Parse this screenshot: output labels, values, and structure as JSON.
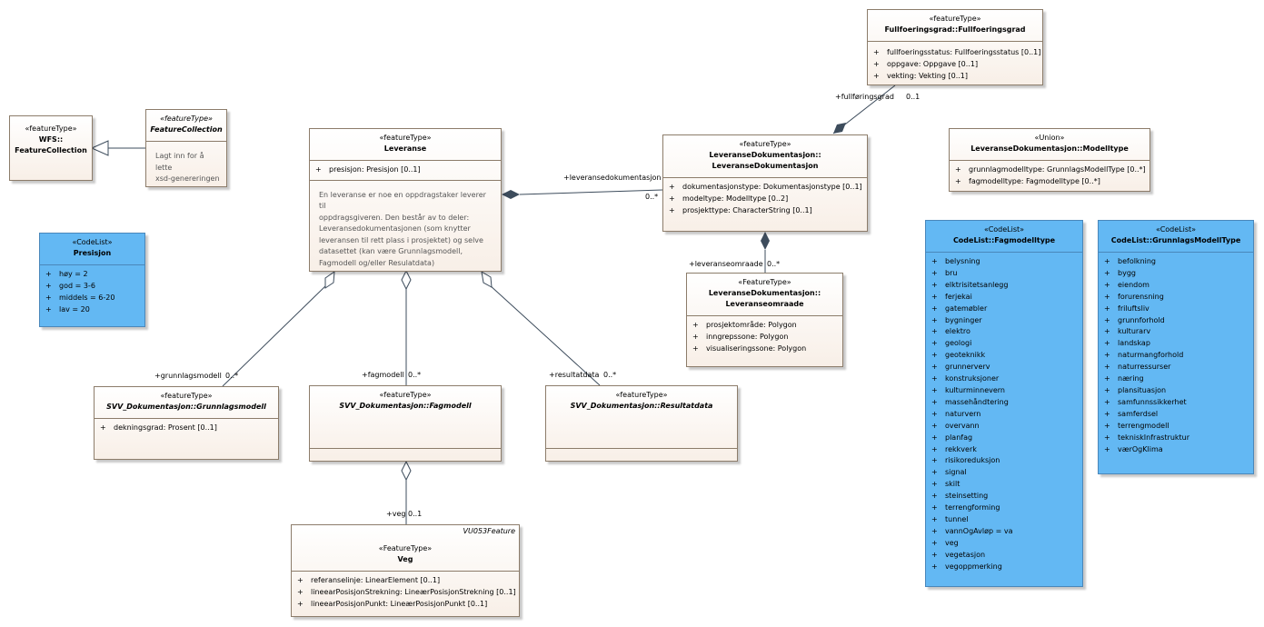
{
  "classes": {
    "fullforingsgrad": {
      "stereotype": "«featureType»",
      "name": "Fullfoeringsgrad::Fullfoeringsgrad",
      "attributes": [
        "fullfoeringsstatus: Fullfoeringsstatus [0..1]",
        "oppgave: Oppgave [0..1]",
        "vekting: Vekting [0..1]"
      ]
    },
    "wfs": {
      "stereotype": "«featureType»",
      "name_line1": "WFS::",
      "name_line2": "FeatureCollection"
    },
    "featurecollection": {
      "stereotype": "«featureType»",
      "name": "FeatureCollection",
      "note_line1": "Lagt inn for å lette",
      "note_line2": "xsd-genereringen"
    },
    "leveranse": {
      "stereotype": "«featureType»",
      "name": "Leveranse",
      "attributes": [
        "presisjon: Presisjon [0..1]"
      ],
      "note": [
        "En leveranse er noe en oppdragstaker leverer til",
        "oppdragsgiveren. Den består av to deler:",
        "Leveransedokumentasjonen (som knytter",
        "leveransen til rett plass i prosjektet) og selve",
        "datasettet (kan være Grunnlagsmodell,",
        "Fagmodell og/eller Resulatdata)"
      ]
    },
    "leveransedok": {
      "stereotype": "«featureType»",
      "name_line1": "LeveranseDokumentasjon::",
      "name_line2": "LeveranseDokumentasjon",
      "attributes": [
        "dokumentasjonstype: Dokumentasjonstype [0..1]",
        "modeltype: Modelltype [0..2]",
        "prosjekttype: CharacterString [0..1]"
      ]
    },
    "modelltype": {
      "stereotype": "«Union»",
      "name": "LeveranseDokumentasjon::Modelltype",
      "attributes": [
        "grunnlagmodelltype: GrunnlagsModellType [0..*]",
        "fagmodelltype: Fagmodelltype [0..*]"
      ]
    },
    "presisjon": {
      "stereotype": "«CodeList»",
      "name": "Presisjon",
      "attributes": [
        "høy = 2",
        "god = 3-6",
        "middels = 6-20",
        "lav = 20"
      ]
    },
    "leveranseomraade": {
      "stereotype": "«FeatureType»",
      "name_line1": "LeveranseDokumentasjon::",
      "name_line2": "Leveranseomraade",
      "attributes": [
        "prosjektområde: Polygon",
        "inngrepssone: Polygon",
        "visualiseringssone: Polygon"
      ]
    },
    "grunnlagsmodell": {
      "stereotype": "«featureType»",
      "name": "SVV_Dokumentasjon::Grunnlagsmodell",
      "attributes": [
        "dekningsgrad: Prosent [0..1]"
      ]
    },
    "fagmodell": {
      "stereotype": "«featureType»",
      "name": "SVV_Dokumentasjon::Fagmodell"
    },
    "resultatdata": {
      "stereotype": "«featureType»",
      "name": "SVV_Dokumentasjon::Resultatdata"
    },
    "veg": {
      "tag": "VU053Feature",
      "stereotype": "«FeatureType»",
      "name": "Veg",
      "attributes": [
        "referanselinje: LinearElement [0..1]",
        "lineearPosisjonStrekning: LineærPosisjonStrekning [0..1]",
        "lineearPosisjonPunkt: LineærPosisjonPunkt [0..1]"
      ]
    },
    "fagmodelltype": {
      "stereotype": "«CodeList»",
      "name": "CodeList::Fagmodelltype",
      "attributes": [
        "belysning",
        "bru",
        "elktrisitetsanlegg",
        "ferjekai",
        "gatemøbler",
        "bygninger",
        "elektro",
        "geologi",
        "geoteknikk",
        "grunnerverv",
        "konstruksjoner",
        "kulturminnevern",
        "massehåndtering",
        "naturvern",
        "overvann",
        "planfag",
        "rekkverk",
        "risikoreduksjon",
        "signal",
        "skilt",
        "steinsetting",
        "terrengforming",
        "tunnel",
        "vannOgAvløp = va",
        "veg",
        "vegetasjon",
        "vegoppmerking"
      ]
    },
    "grunnlagsmodelltype": {
      "stereotype": "«CodeList»",
      "name": "CodeList::GrunnlagsModellType",
      "attributes": [
        "befolkning",
        "bygg",
        "eiendom",
        "forurensning",
        "friluftsliv",
        "grunnforhold",
        "kulturarv",
        "landskap",
        "naturmangforhold",
        "naturressurser",
        "næring",
        "plansituasjon",
        "samfunnssikkerhet",
        "samferdsel",
        "terrengmodell",
        "tekniskInfrastruktur",
        "værOgKlima"
      ]
    }
  },
  "labels": {
    "fullforingsgrad_role": "+fullføringsgrad",
    "fullforingsgrad_mult": "0..1",
    "leveransedok_role": "+leveransedokumentasjon",
    "leveransedok_mult": "0..*",
    "leveranseomraade_role": "+leveranseomraade",
    "leveranseomraade_mult": "0..*",
    "grunnlagsmodell_role": "+grunnlagsmodell",
    "grunnlagsmodell_mult": "0..*",
    "fagmodell_role": "+fagmodell",
    "fagmodell_mult": "0..*",
    "resultatdata_role": "+resultatdata",
    "resultatdata_mult": "0..*",
    "veg_role": "+veg",
    "veg_mult": "0..1"
  },
  "attr_prefix": "+"
}
